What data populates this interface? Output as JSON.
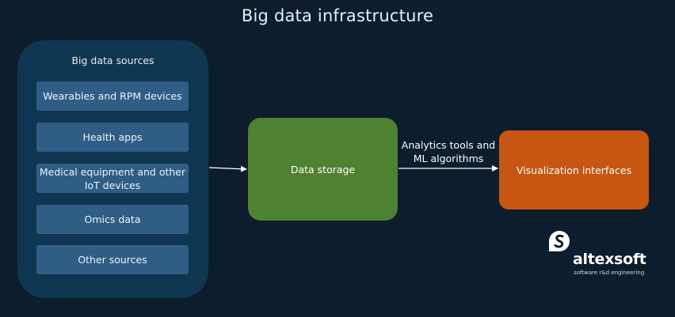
{
  "title": "Big data infrastructure",
  "sources": {
    "title": "Big data sources",
    "items": [
      "Wearables and RPM devices",
      "Health apps",
      "Medical equipment and other IoT devices",
      "Omics data",
      "Other sources"
    ]
  },
  "storage": {
    "label": "Data storage"
  },
  "edge": {
    "label_line1": "Analytics tools and",
    "label_line2": "ML algorithms"
  },
  "visualization": {
    "label": "Visualization interfaces"
  },
  "logo": {
    "name": "altexsoft",
    "tagline": "software r&d engineering"
  },
  "colors": {
    "background": "#0c1d2e",
    "sources_panel": "#0f3650",
    "source_item": "#2f5d85",
    "storage": "#4e8130",
    "visualization": "#c65612",
    "arrow": "#ffffff"
  }
}
